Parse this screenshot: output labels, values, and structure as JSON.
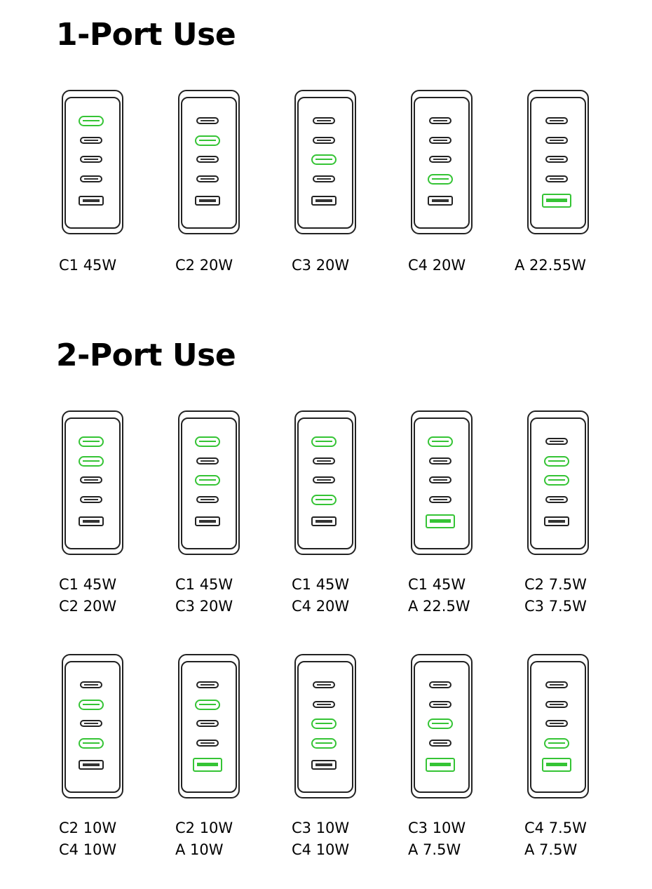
{
  "colors": {
    "active": "#35c435",
    "outline": "#222222"
  },
  "sections": [
    {
      "title": "1-Port Use",
      "rows": [
        [
          {
            "active": [
              "C1"
            ],
            "lines": [
              "C1 45W"
            ]
          },
          {
            "active": [
              "C2"
            ],
            "lines": [
              "C2 20W"
            ]
          },
          {
            "active": [
              "C3"
            ],
            "lines": [
              "C3 20W"
            ]
          },
          {
            "active": [
              "C4"
            ],
            "lines": [
              "C4 20W"
            ]
          },
          {
            "active": [
              "A"
            ],
            "lines": [
              "A 22.55W"
            ]
          }
        ]
      ]
    },
    {
      "title": "2-Port Use",
      "rows": [
        [
          {
            "active": [
              "C1",
              "C2"
            ],
            "lines": [
              "C1 45W",
              "C2 20W"
            ]
          },
          {
            "active": [
              "C1",
              "C3"
            ],
            "lines": [
              "C1 45W",
              "C3 20W"
            ]
          },
          {
            "active": [
              "C1",
              "C4"
            ],
            "lines": [
              "C1 45W",
              "C4 20W"
            ]
          },
          {
            "active": [
              "C1",
              "A"
            ],
            "lines": [
              "C1 45W",
              "A 22.5W"
            ]
          },
          {
            "active": [
              "C2",
              "C3"
            ],
            "lines": [
              "C2 7.5W",
              "C3 7.5W"
            ]
          }
        ],
        [
          {
            "active": [
              "C2",
              "C4"
            ],
            "lines": [
              "C2 10W",
              "C4 10W"
            ]
          },
          {
            "active": [
              "C2",
              "A"
            ],
            "lines": [
              "C2 10W",
              "A 10W"
            ]
          },
          {
            "active": [
              "C3",
              "C4"
            ],
            "lines": [
              "C3 10W",
              "C4 10W"
            ]
          },
          {
            "active": [
              "C3",
              "A"
            ],
            "lines": [
              "C3 10W",
              "A 7.5W"
            ]
          },
          {
            "active": [
              "C4",
              "A"
            ],
            "lines": [
              "C4 7.5W",
              "A 7.5W"
            ]
          }
        ]
      ]
    }
  ]
}
